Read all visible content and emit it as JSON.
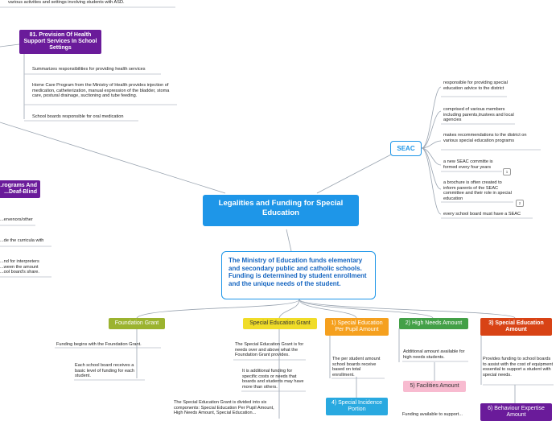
{
  "colors": {
    "central": "#1e96e8",
    "purple": "#6a1b9a",
    "green": "#43a047",
    "olive": "#9bb32f",
    "yellow": "#f0dc28",
    "orange": "#f5a01e",
    "red": "#d84315",
    "pink": "#f8bbd0"
  },
  "central": {
    "title": "Legalities and Funding for Special Education"
  },
  "top_note": "various activities and settings involving students with ASD.",
  "health": {
    "title": "81. Provision Of Health Support Services In School Settings",
    "items": [
      "Summarizes responsibilities for providing health services",
      "Home Care Program from the Ministry of Health provides injection of medication, catheterization, manual expression of the bladder, stoma care, postural drainage, suctioning and tube feeding.",
      "School boards responsible for oral medication"
    ]
  },
  "deafblind": {
    "title": "...rograms And ...Deaf-Blind",
    "items": [
      "...ervenors/other",
      "...de the curricula with",
      "...nd for interpreters ...ween the amount ...ool board's share."
    ]
  },
  "seac": {
    "title": "SEAC",
    "items": [
      "responsible for providing special education advice to the district",
      "comprised of various members including parents,trustees and local agencies",
      "makes recommendations to the district on various special education programs",
      "a new SEAC committe is formed every four years",
      "a brochure is often created to inform parents of the SEAC committee and their role in special education",
      "every school board must have a SEAC"
    ],
    "badges": [
      "1",
      "2"
    ]
  },
  "moe": {
    "text": "The Ministry of Education funds elementary and secondary public and catholic schools. Funding is determined by student enrollment and the unique needs of the student."
  },
  "foundation": {
    "title": "Foundation Grant",
    "items": [
      "Funding begins with the Foundation Grant.",
      "Each school board receives a basic level of funding for each student."
    ]
  },
  "seg": {
    "title": "Special Education Grant",
    "items": [
      "The Special Education Grant is for needs over and above what the Foundation Grant provides.",
      "It is additional funding for specific costs or needs that boards and students may have more than others.",
      "The Special Education Grant is divided into six components: Special Education Per Pupil Amount, High Needs Amount, Special Education..."
    ]
  },
  "sepp": {
    "title": "1) Special Education Per Pupil Amount",
    "items": [
      "The per student amount school boards receive based on total enrollment."
    ]
  },
  "sip": {
    "title": "4) Special Incidence Portion"
  },
  "hna": {
    "title": "2) High Needs Amount",
    "items": [
      "Additional amount available for high needs students."
    ]
  },
  "fac": {
    "title": "5) Facilities Amount",
    "items": [
      "Funding available to support..."
    ]
  },
  "sea": {
    "title": "3) Special Education Amount",
    "items": [
      "Provides funding to school boards to assist with the cost of equipment essential to support a student with special needs."
    ]
  },
  "bea": {
    "title": "6) Behaviour Expertise Amount"
  }
}
